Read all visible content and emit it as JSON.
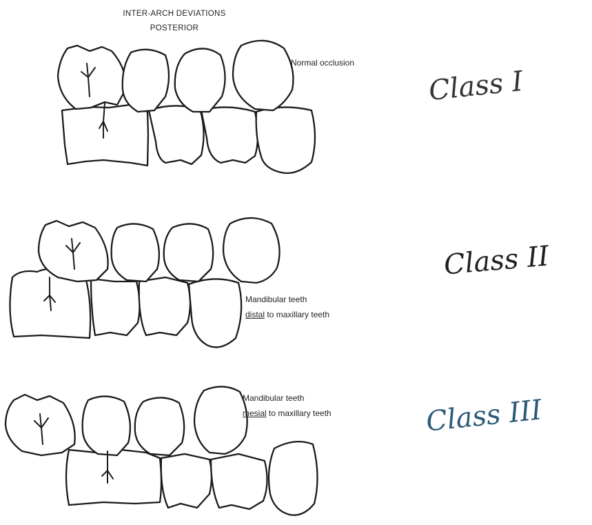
{
  "title": {
    "line1": "INTER-ARCH DEVIATIONS",
    "line2": "POSTERIOR"
  },
  "panels": [
    {
      "caption_lines": [
        {
          "pre": "Normal occlusion",
          "underlined": "",
          "post": ""
        }
      ],
      "handwritten_label": {
        "text": "Class I",
        "color": "#333333"
      }
    },
    {
      "caption_lines": [
        {
          "pre": "Mandibular teeth",
          "underlined": "",
          "post": ""
        },
        {
          "pre": "",
          "underlined": "distal",
          "post": " to maxillary teeth"
        }
      ],
      "handwritten_label": {
        "text": "Class II",
        "color": "#1f1f1f"
      }
    },
    {
      "caption_lines": [
        {
          "pre": "Mandibular teeth",
          "underlined": "",
          "post": ""
        },
        {
          "pre": "",
          "underlined": "mesial",
          "post": " to maxillary teeth"
        }
      ],
      "handwritten_label": {
        "text": "Class III",
        "color": "#2b5a78"
      }
    }
  ]
}
